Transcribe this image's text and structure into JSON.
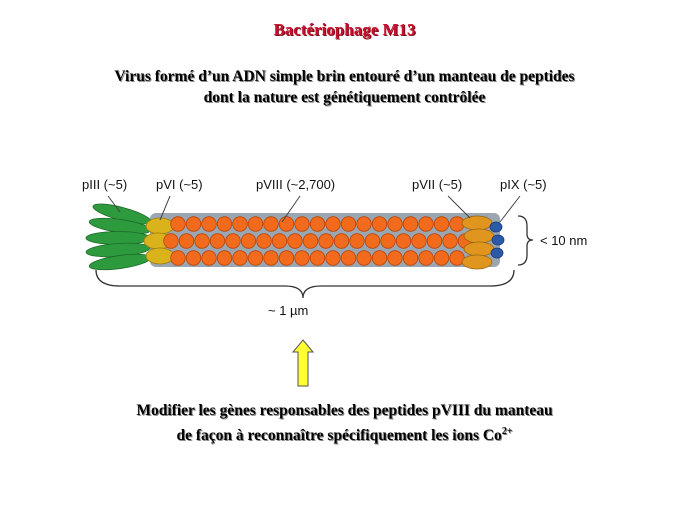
{
  "title": "Bactériophage M13",
  "subtitle": {
    "line1": "Virus formé d’un ADN simple brin entouré d’un manteau de peptides",
    "line2": "dont la nature est génétiquement contrôlée"
  },
  "diagram": {
    "labels": {
      "piii": "pIII (~5)",
      "pvi": "pVI (~5)",
      "pviii": "pVIII (~2,700)",
      "pvii": "pVII (~5)",
      "pix": "pIX (~5)",
      "width": "< 10 nm",
      "length": "~ 1 µm"
    },
    "colors": {
      "piii": "#2e9a3e",
      "pvi": "#d9b21c",
      "pviii": "#f26a1b",
      "pvii": "#e0961e",
      "pix": "#2a5aa8",
      "core": "#9aa6b2",
      "arrow": "#ffff33"
    },
    "icons": [
      "up-arrow-icon"
    ]
  },
  "bottom": {
    "line1": "Modifier les gènes responsables des peptides pVIII du manteau",
    "line2_prefix": "de façon à reconnaître spécifiquement les ions Co",
    "line2_sup": "2+"
  }
}
